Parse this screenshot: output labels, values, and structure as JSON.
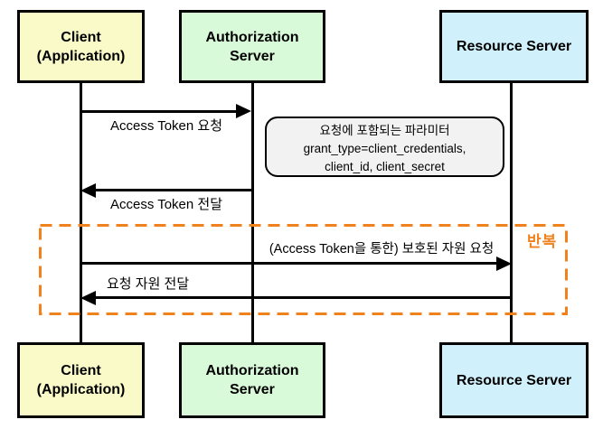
{
  "diagram": {
    "title_semantic": "OAuth2 Client Credentials Grant sequence diagram",
    "actors": {
      "client": {
        "line1": "Client",
        "line2": "(Application)"
      },
      "auth_server": {
        "label": "Authorization Server"
      },
      "resource_server": {
        "label": "Resource Server"
      }
    },
    "messages": {
      "access_token_request": "Access Token 요청",
      "access_token_delivery": "Access Token 전달",
      "protected_resource_request": "(Access Token을 통한) 보호된 자원 요청",
      "resource_delivery": "요청 자원 전달"
    },
    "note": {
      "line1": "요청에 포함되는 파라미터",
      "line2": "grant_type=client_credentials,",
      "line3": "client_id, client_secret"
    },
    "loop": {
      "label": "반복"
    },
    "colors": {
      "client_bg": "#FAFAC8",
      "auth_server_bg": "#D8FAD8",
      "resource_server_bg": "#D0F0FB",
      "note_bg": "#F2F2F2",
      "loop_border": "#F0821E",
      "loop_label_color": "#F0821E",
      "line_color": "#000000"
    }
  }
}
